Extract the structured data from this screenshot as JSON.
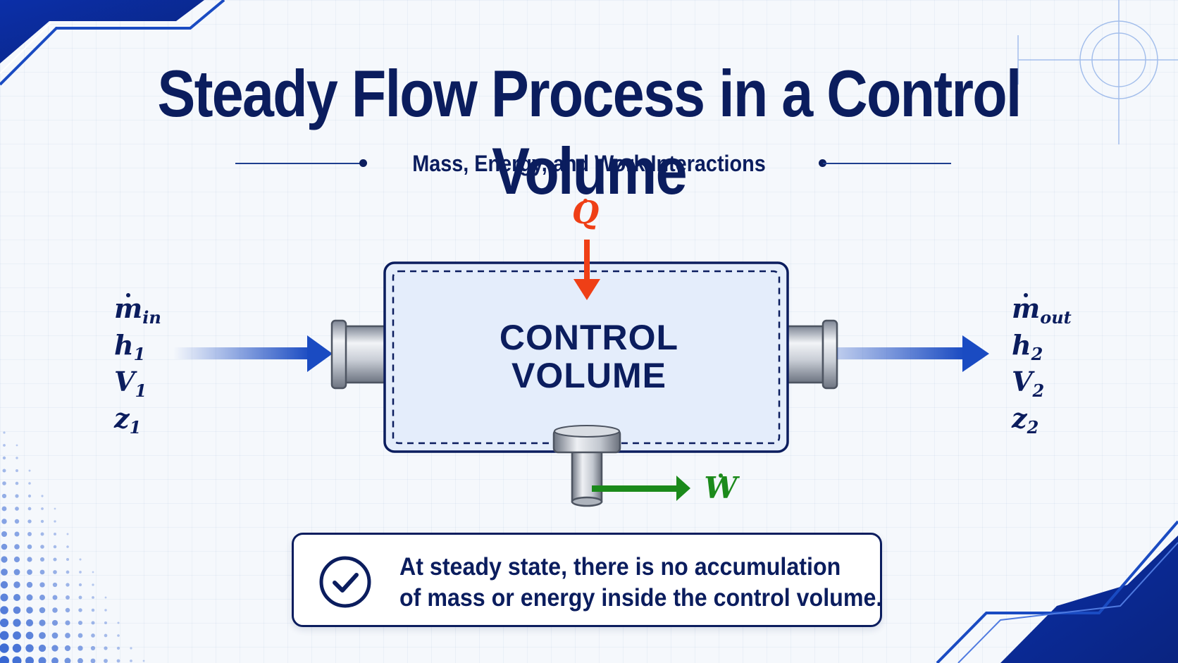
{
  "title": "Steady Flow Process in a Control Volume",
  "subtitle": "Mass, Energy, and Work Interactions",
  "control_volume": {
    "line1": "CONTROL",
    "line2": "VOLUME"
  },
  "inlet": {
    "mass_flow_symbol": "m",
    "mass_flow_subscript": "in",
    "properties": [
      {
        "symbol": "h",
        "subscript": "1"
      },
      {
        "symbol": "V",
        "subscript": "1"
      },
      {
        "symbol": "z",
        "subscript": "1"
      }
    ]
  },
  "outlet": {
    "mass_flow_symbol": "m",
    "mass_flow_subscript": "out",
    "properties": [
      {
        "symbol": "h",
        "subscript": "2"
      },
      {
        "symbol": "V",
        "subscript": "2"
      },
      {
        "symbol": "z",
        "subscript": "2"
      }
    ]
  },
  "heat": {
    "symbol": "Q",
    "color": "#ef3f16"
  },
  "work": {
    "symbol": "W",
    "color": "#1b8a1b"
  },
  "note": {
    "line1": "At steady state, there is no accumulation",
    "line2": "of mass or energy inside the control volume."
  },
  "colors": {
    "navy": "#0b1d5e",
    "flow_blue": "#1a4bc2",
    "cv_fill": "#e4edfb"
  },
  "icons": {
    "note_icon": "check-circle-icon"
  }
}
